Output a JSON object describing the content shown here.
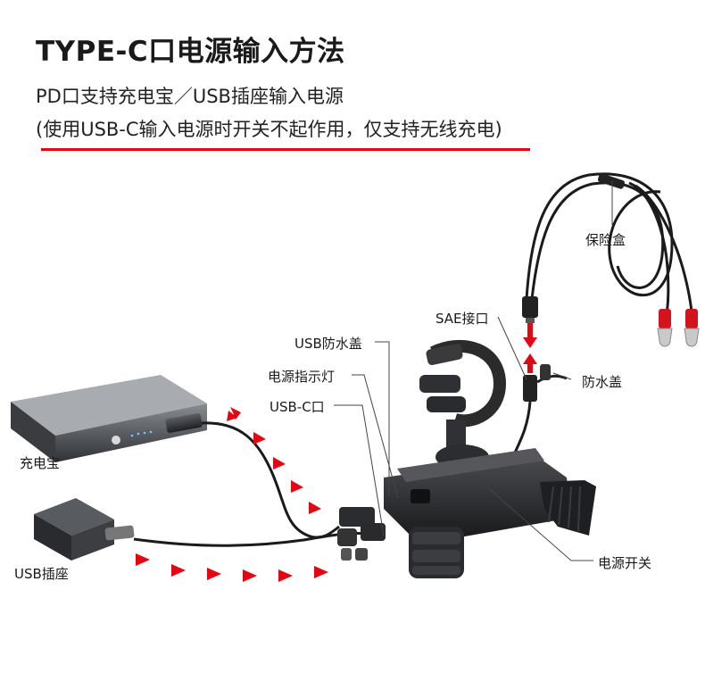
{
  "header": {
    "title": "TYPE-C口电源输入方法",
    "subtitle_line1": "PD口支持充电宝／USB插座输入电源",
    "subtitle_line2": "(使用USB-C输入电源时开关不起作用，仅支持无线充电)"
  },
  "labels": {
    "fuse_box": "保险盒",
    "sae_port": "SAE接口",
    "usb_waterproof_cap": "USB防水盖",
    "power_indicator": "电源指示灯",
    "usbc_port": "USB-C口",
    "waterproof_cap": "防水盖",
    "power_bank": "充电宝",
    "usb_socket": "USB插座",
    "power_switch": "电源开关"
  },
  "colors": {
    "accent_red": "#e30613",
    "text": "#1a1a1a",
    "device_dark": "#2b2b2b"
  }
}
